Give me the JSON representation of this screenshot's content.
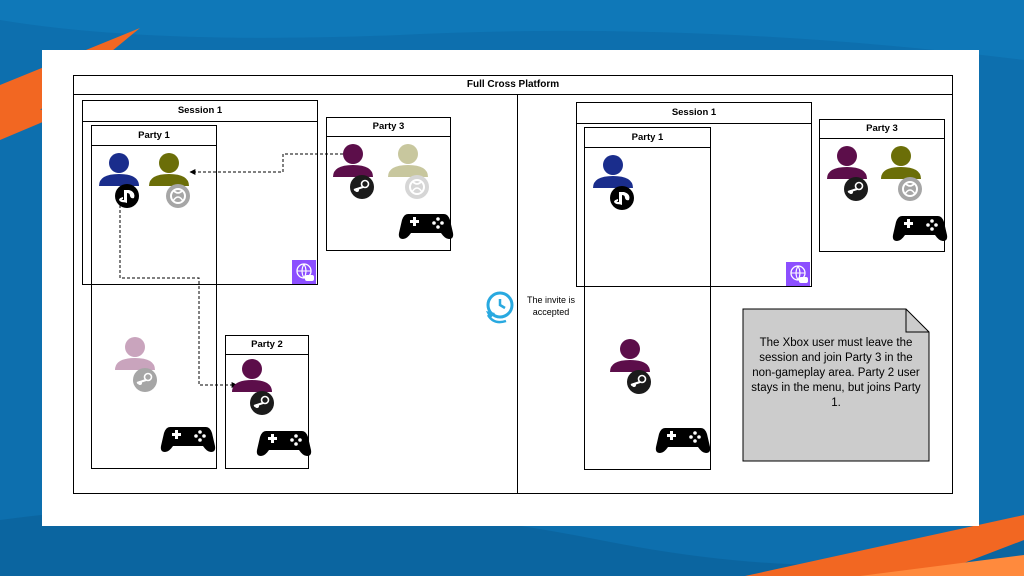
{
  "diagram": {
    "title": "Full Cross Platform",
    "left": {
      "session_label": "Session 1",
      "party1_label": "Party 1",
      "party2_label": "Party 2",
      "party3_label": "Party 3"
    },
    "right": {
      "session_label": "Session 1",
      "party1_label": "Party 1",
      "party3_label": "Party 3"
    },
    "transition_label": "The invite is accepted",
    "note_text": "The Xbox user must leave the session and join Party 3 in the non-gameplay area. Party 2 user stays in the menu, but joins Party 1."
  },
  "icons": {
    "user": "user-icon",
    "playstation": "playstation-icon",
    "xbox": "xbox-icon",
    "steam": "steam-icon",
    "gamepad": "gamepad-icon",
    "session_service": "globe-gamepad-icon",
    "clock": "clock-refresh-icon"
  },
  "colors": {
    "background": "#0d6fae",
    "accent": "#f26722",
    "playstation_user": "#1a2d8c",
    "xbox_user": "#6b6e08",
    "steam_user": "#5c0e4a",
    "faded_steam_user": "#c9a4bd",
    "faded_xbox_user": "#c8c79e",
    "service_icon": "#8c4fff",
    "note": "#cccccc"
  }
}
